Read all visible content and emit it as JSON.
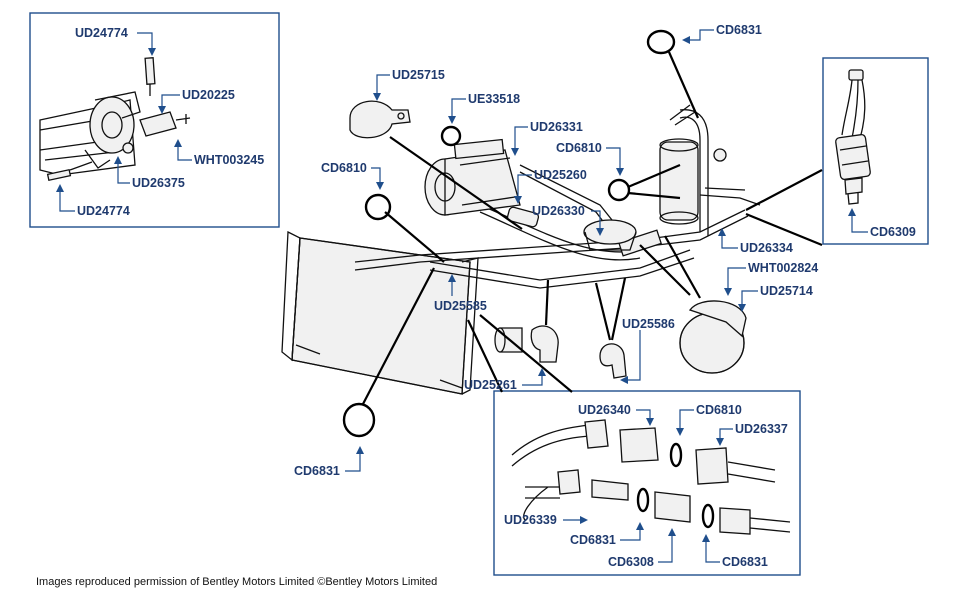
{
  "caption": "Images reproduced permission of Bentley Motors Limited ©Bentley Motors Limited",
  "colors": {
    "label": "#1f3a6e",
    "leader": "#1f4e8c",
    "line_art": "#111111"
  },
  "labels": {
    "ud24774_top": "UD24774",
    "ud20225": "UD20225",
    "wht003245": "WHT003245",
    "ud26375": "UD26375",
    "ud24774_bottom": "UD24774",
    "ud25715": "UD25715",
    "ue33518": "UE33518",
    "ud26331": "UD26331",
    "cd6810_left": "CD6810",
    "ud25260": "UD25260",
    "ud26330": "UD26330",
    "cd6831_top": "CD6831",
    "cd6810_mid": "CD6810",
    "cd6309": "CD6309",
    "ud26334": "UD26334",
    "wht002824": "WHT002824",
    "ud25714": "UD25714",
    "ud25585": "UD25585",
    "ud25586": "UD25586",
    "ud25261": "UD25261",
    "cd6831_left": "CD6831",
    "ud26340": "UD26340",
    "cd6810_inset": "CD6810",
    "ud26337": "UD26337",
    "ud26339": "UD26339",
    "cd6831_inset_a": "CD6831",
    "cd6308": "CD6308",
    "cd6831_inset_b": "CD6831"
  }
}
